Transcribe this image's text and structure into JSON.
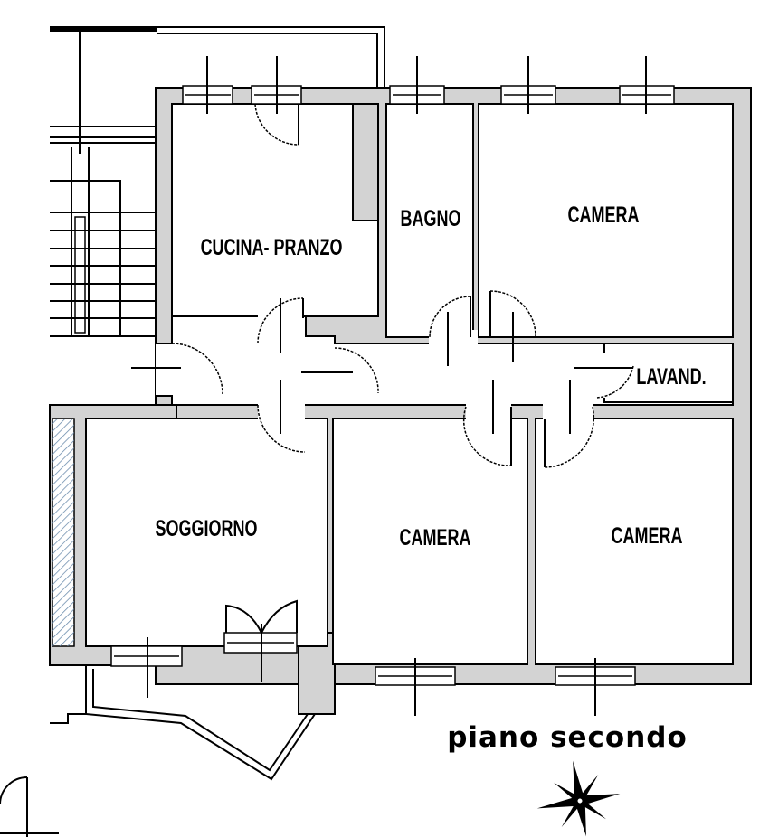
{
  "rooms": {
    "kitchen": "CUCINA- PRANZO",
    "bathroom": "BAGNO",
    "bedroom_top": "CAMERA",
    "laundry": "LAVAND.",
    "living": "SOGGIORNO",
    "bedroom_mid": "CAMERA",
    "bedroom_right": "CAMERA"
  },
  "title": "piano secondo",
  "compass": {
    "icon": "compass-rose-icon"
  },
  "colors": {
    "wall_fill": "#d3d3d3",
    "line": "#000000"
  }
}
